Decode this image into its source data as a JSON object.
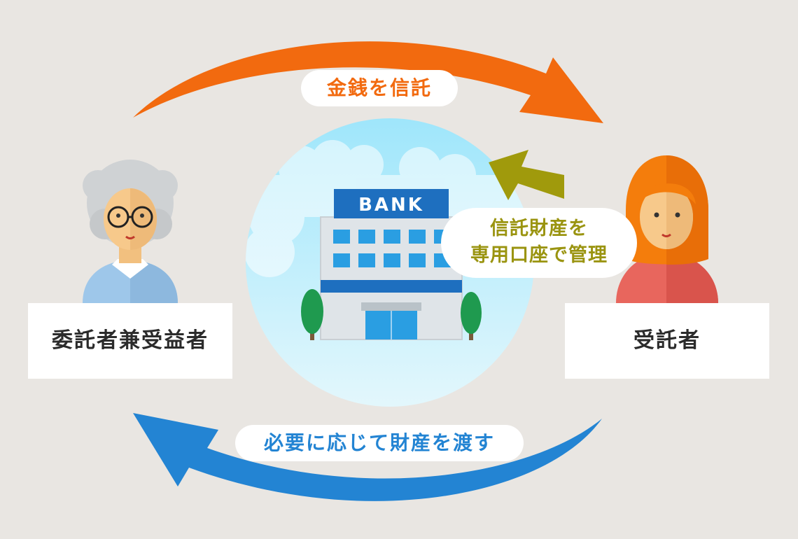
{
  "labels": {
    "settlor": "委託者兼受益者",
    "trustee": "受託者"
  },
  "arrows": {
    "top": "金銭を信託",
    "bottom": "必要に応じて財産を渡す",
    "middle_line1": "信託財産を",
    "middle_line2": "専用口座で管理"
  },
  "bank": {
    "sign": "BANK"
  },
  "colors": {
    "background": "#e9e6e2",
    "orange_arrow": "#f26a0f",
    "blue_arrow": "#2384d3",
    "olive_arrow": "#a09a0c",
    "sky_light": "#d9f4fb",
    "bank_blue": "#1e6fbf"
  }
}
